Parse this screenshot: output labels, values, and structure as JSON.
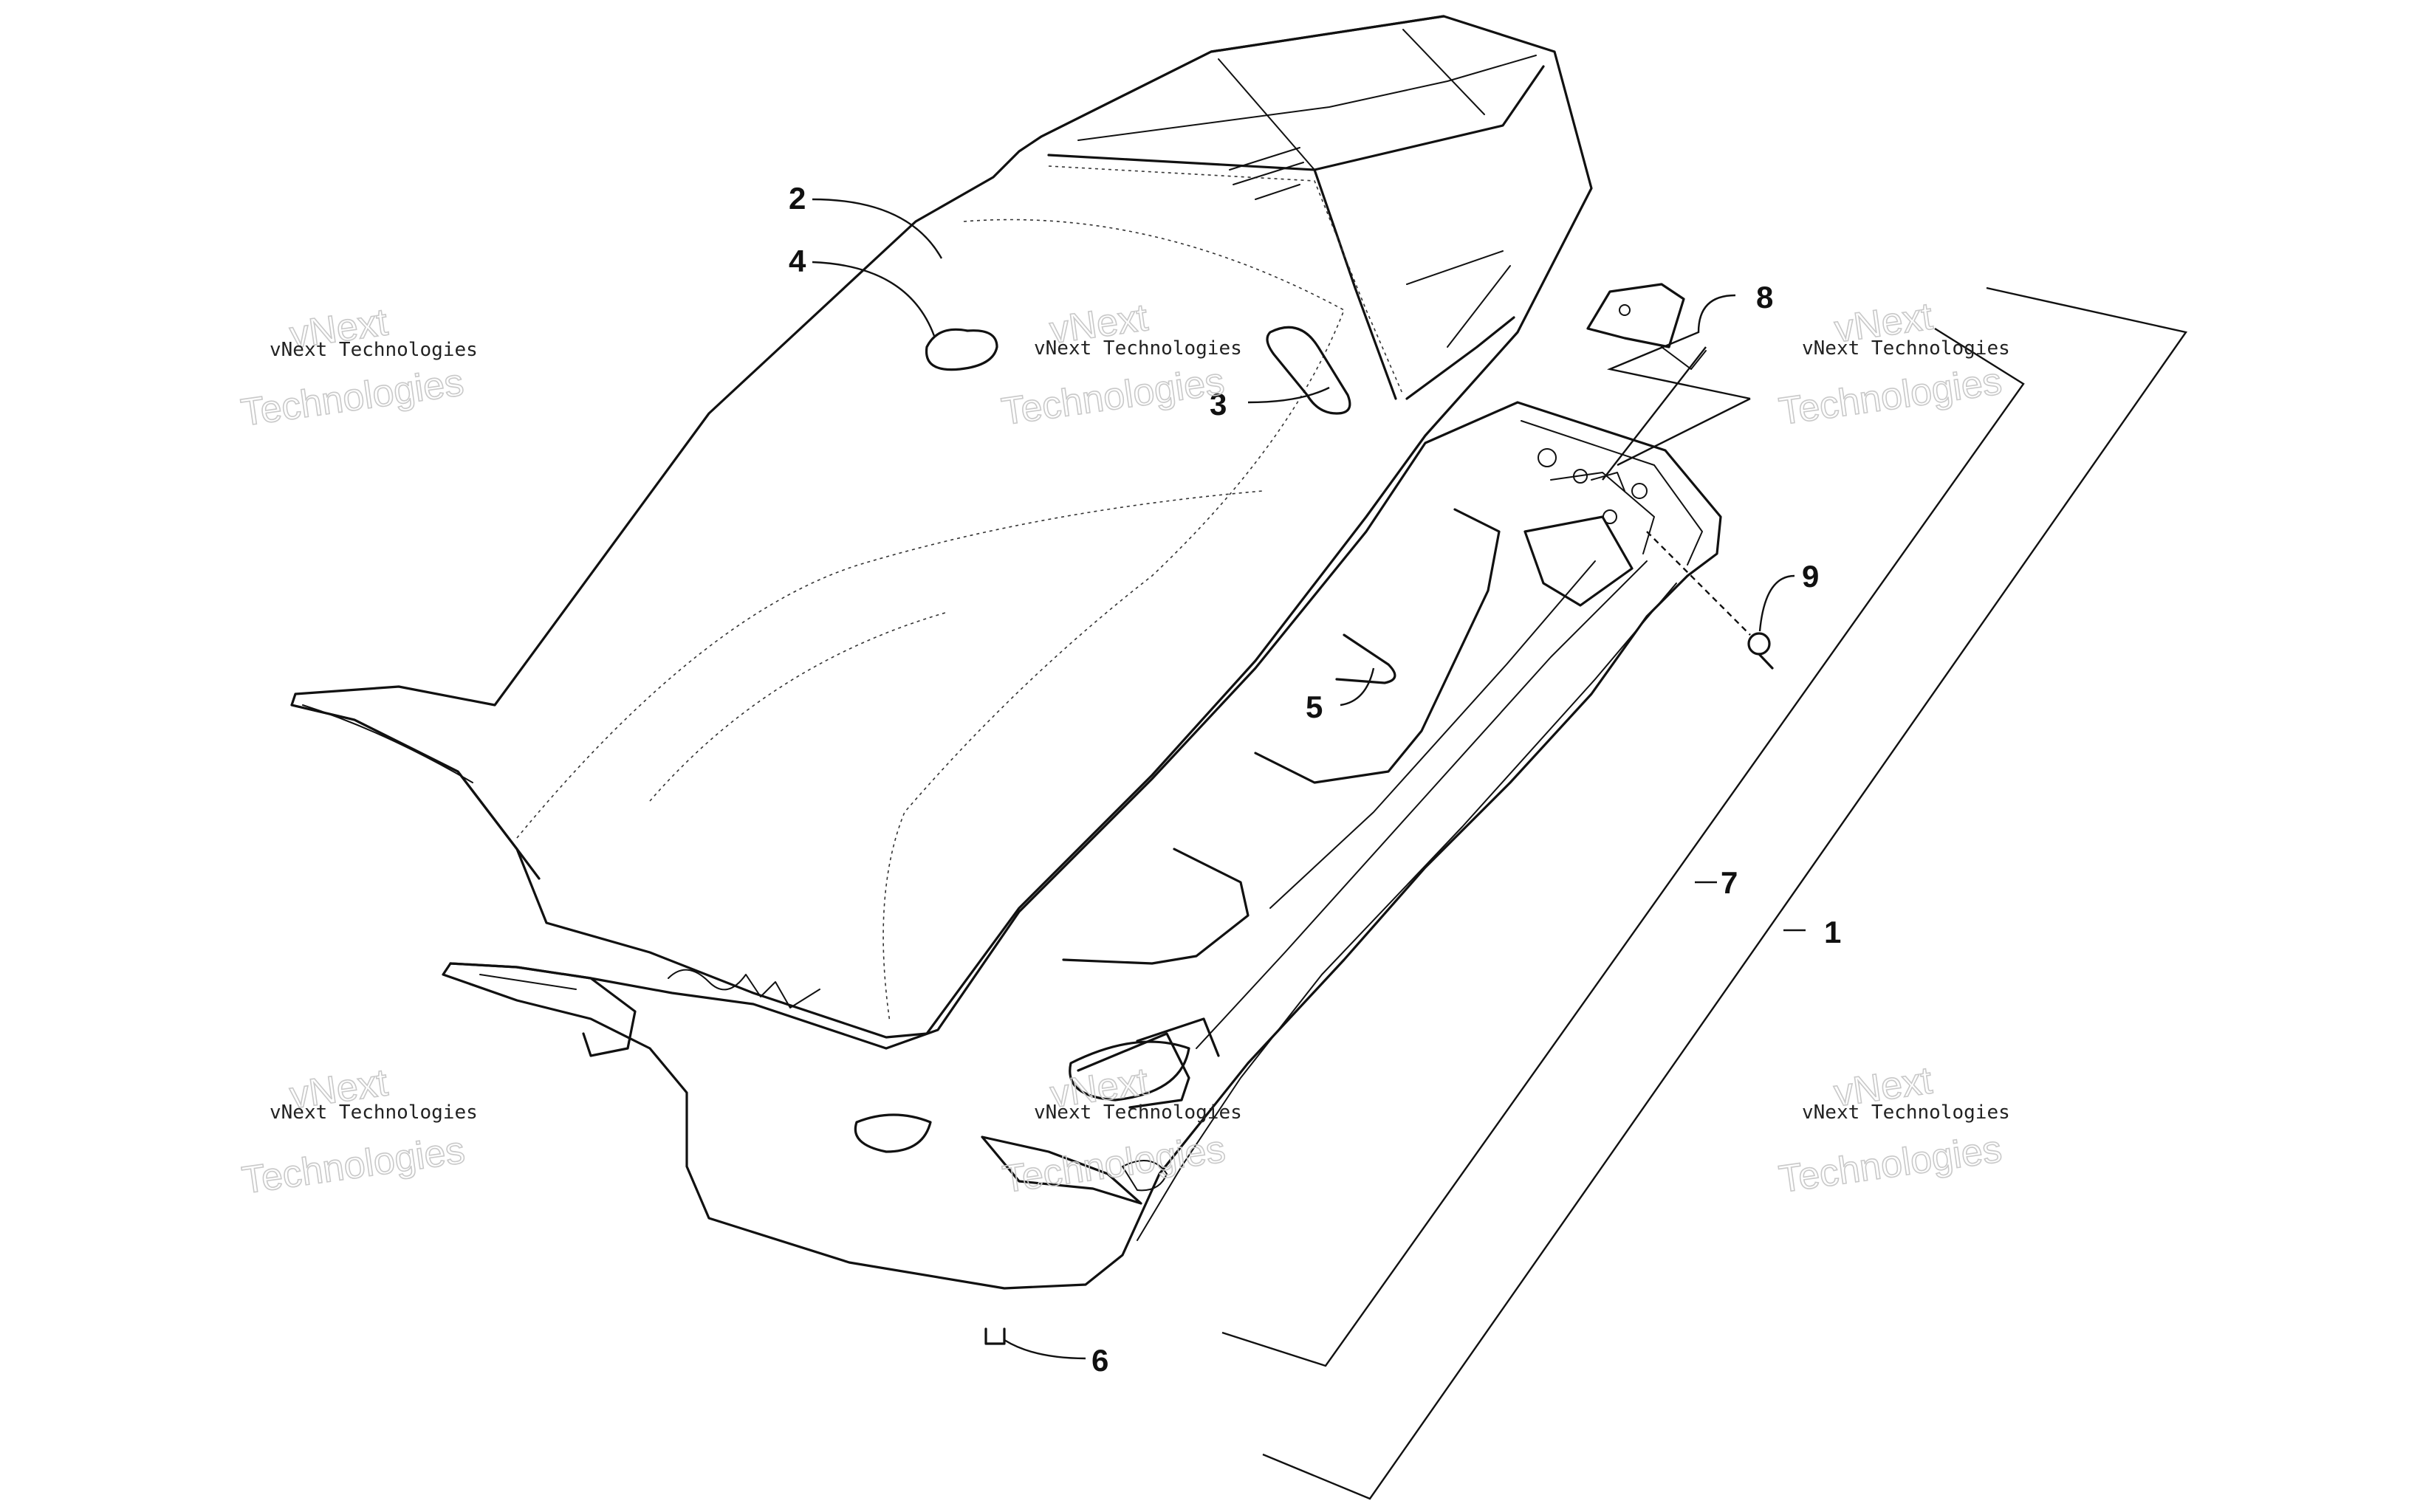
{
  "diagram": {
    "callouts": [
      {
        "id": "1",
        "label": "1"
      },
      {
        "id": "2",
        "label": "2"
      },
      {
        "id": "3",
        "label": "3"
      },
      {
        "id": "4",
        "label": "4"
      },
      {
        "id": "5",
        "label": "5"
      },
      {
        "id": "6",
        "label": "6"
      },
      {
        "id": "7",
        "label": "7"
      },
      {
        "id": "8",
        "label": "8"
      },
      {
        "id": "9",
        "label": "9"
      }
    ],
    "watermark": {
      "brand": "vNext",
      "line_small": "vNext Technologies",
      "line_big": "Technologies"
    }
  }
}
